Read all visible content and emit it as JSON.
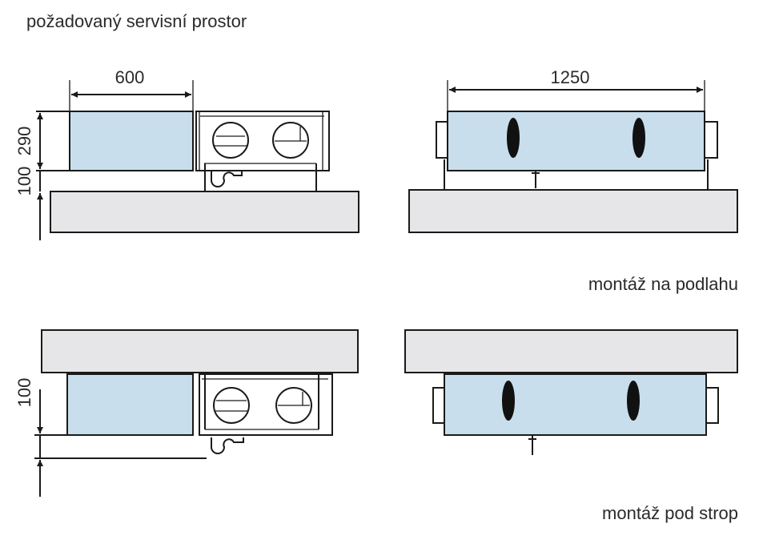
{
  "title": "požadovaný servisní prostor",
  "dimensions": {
    "service_width": "600",
    "unit_height": "290",
    "floor_clearance": "100",
    "unit_length": "1250",
    "ceiling_clearance": "100"
  },
  "labels": {
    "floor_mount": "montáž na podlahu",
    "ceiling_mount": "montáž pod strop"
  },
  "colors": {
    "service_space": "#c8deec",
    "slab": "#e6e6e8"
  }
}
